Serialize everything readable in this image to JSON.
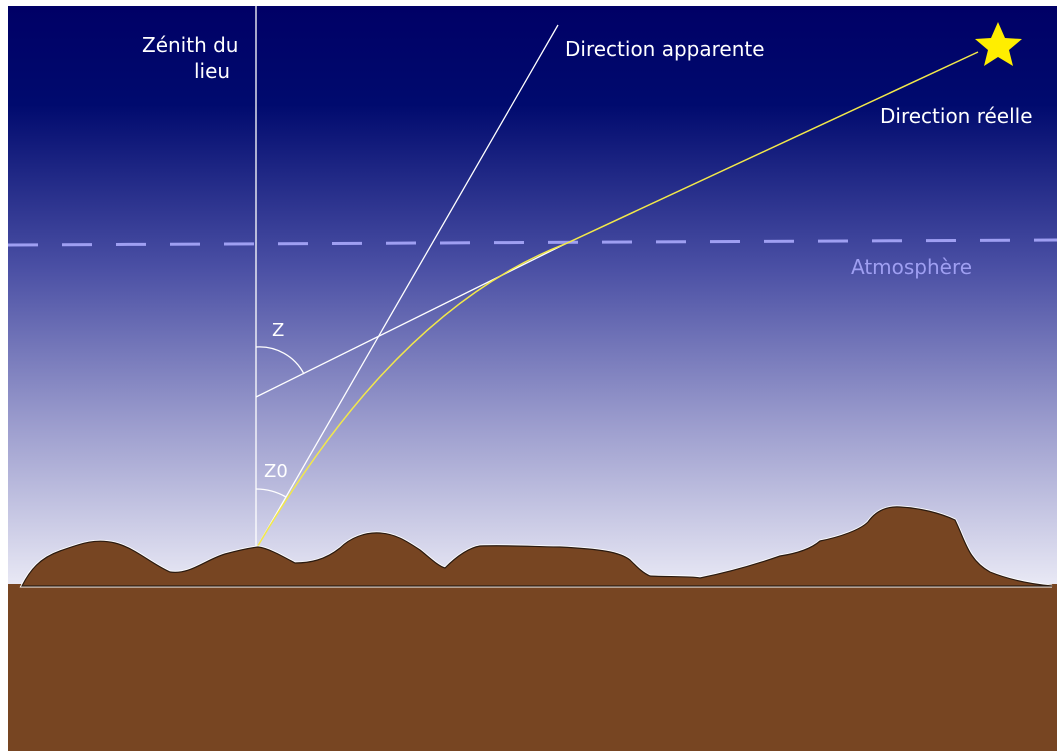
{
  "labels": {
    "zenith_line1": "Zénith du",
    "zenith_line2": "lieu",
    "apparent_direction": "Direction apparente",
    "real_direction": "Direction réelle",
    "atmosphere": "Atmosphère",
    "angle_z": "Z",
    "angle_z0": "Z0"
  },
  "colors": {
    "sky_top": "#000066",
    "sky_mid": "#2b2b8f",
    "sky_bottom": "#e8e8f4",
    "ground": "#774522",
    "atmosphere_line": "#9f9ff2",
    "light_path": "#f2e84a",
    "star": "#ffee00",
    "lines": "#ffffff"
  },
  "icons": {
    "star": "star-icon"
  }
}
